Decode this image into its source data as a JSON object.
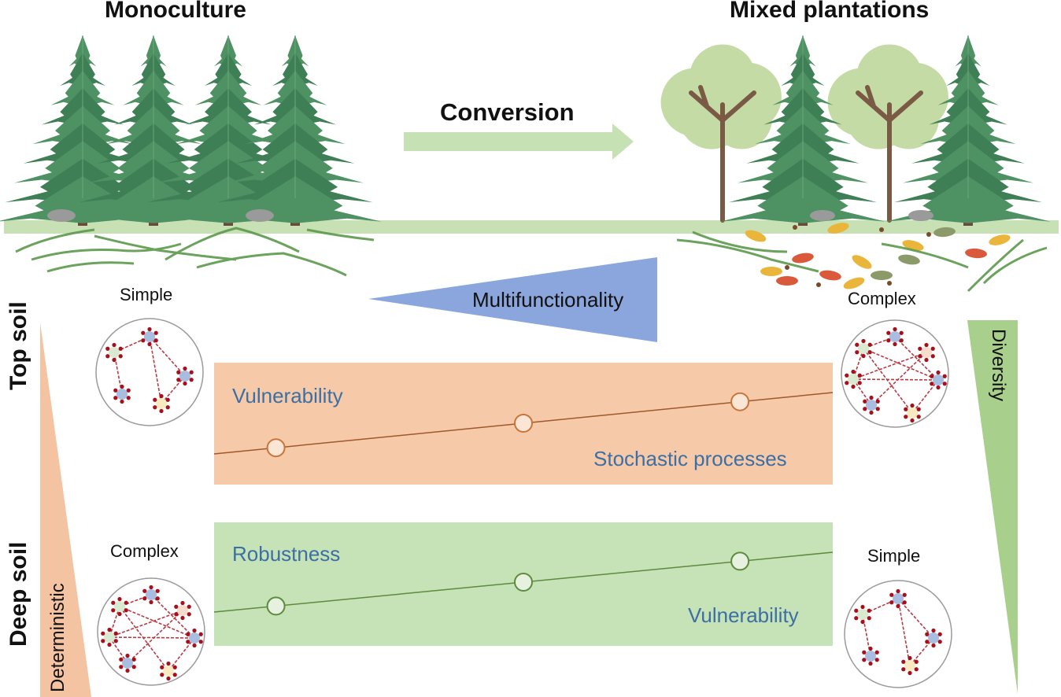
{
  "titles": {
    "left": "Monoculture",
    "right": "Mixed plantations",
    "conversion": "Conversion"
  },
  "gradients": {
    "multifunctionality": "Multifunctionality",
    "diversity": "Diversity",
    "deterministic": "Deterministic"
  },
  "soil_layers": {
    "top": "Top soil",
    "deep": "Deep soil"
  },
  "networks": {
    "top_left": "Simple",
    "top_right": "Complex",
    "deep_left": "Complex",
    "deep_right": "Simple"
  },
  "panels": {
    "top": {
      "upper_label": "Vulnerability",
      "lower_label": "Stochastic processes",
      "trend_points": [
        0.1,
        0.5,
        0.85
      ]
    },
    "deep": {
      "upper_label": "Robustness",
      "lower_label": "Vulnerability",
      "trend_points": [
        0.1,
        0.5,
        0.85
      ]
    }
  },
  "colors": {
    "conifer_dark": "#3f7f55",
    "conifer_mid": "#4e9162",
    "conifer_light": "#6aa77a",
    "deciduous": "#c5dba5",
    "trunk": "#6b4a3a",
    "ground": "#c7e0b4",
    "arrow": "#c6e1b3",
    "multifunctionality": "#8ba6dc",
    "diversity": "#a8cf8c",
    "deterministic": "#f4c3a2",
    "top_panel": "#f6c9a9",
    "top_line": "#a0582a",
    "top_point_stroke": "#c8743a",
    "top_point_fill": "#fbe6d6",
    "deep_panel": "#c6e2b7",
    "deep_line": "#5e8a3e",
    "deep_point_stroke": "#5e8a3e",
    "deep_point_fill": "#e6f2df",
    "node_dot": "#a5101b",
    "node_blue": "#a9bde0",
    "node_green": "#d9ead0",
    "node_yellow": "#f9eac2",
    "node_peach": "#f8dccb",
    "edge": "#b83a45",
    "blue_text": "#3c6fa3"
  }
}
